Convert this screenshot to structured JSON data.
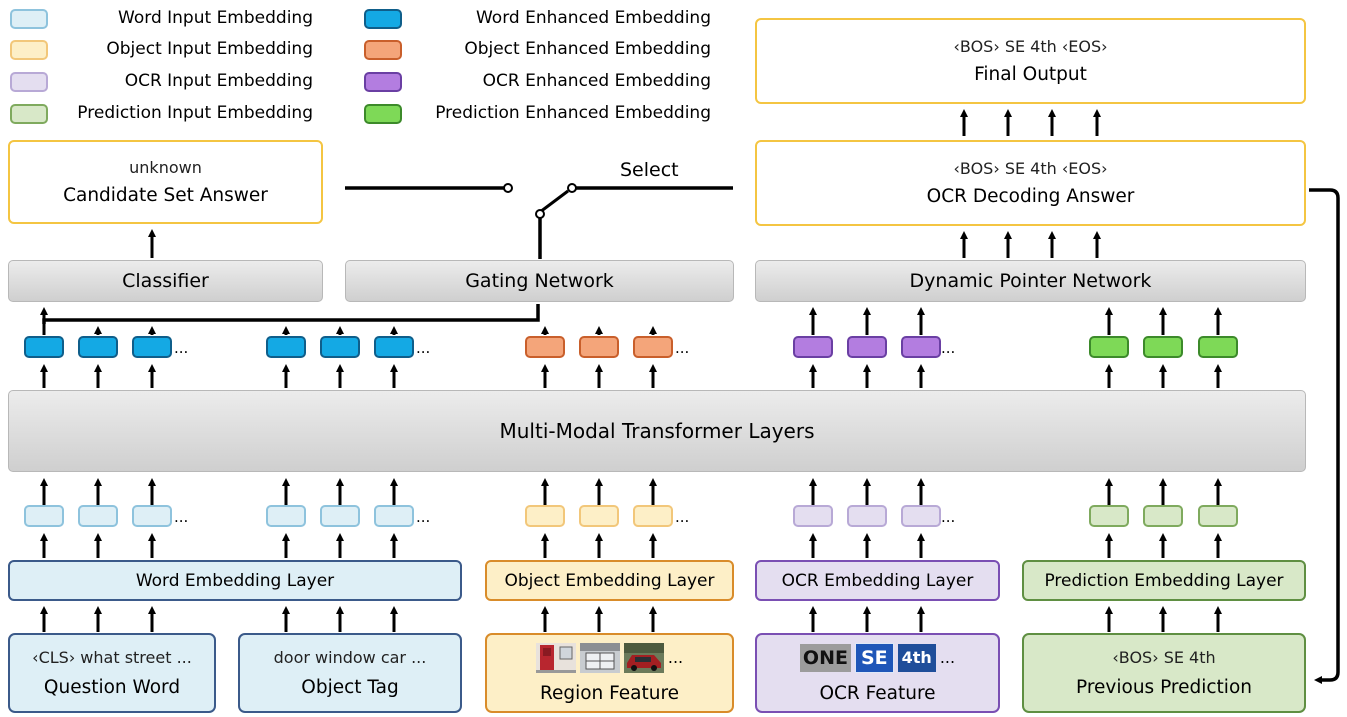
{
  "legend": {
    "word_input": "Word Input Embedding",
    "object_input": "Object Input Embedding",
    "ocr_input": "OCR Input Embedding",
    "prediction_input": "Prediction Input Embedding",
    "word_enhanced": "Word Enhanced Embedding",
    "object_enhanced": "Object Enhanced Embedding",
    "ocr_enhanced": "OCR Enhanced Embedding",
    "prediction_enhanced": "Prediction Enhanced Embedding"
  },
  "colors": {
    "word_input": "#deeff6",
    "word_input_border": "#8ec3dd",
    "object_input": "#fdefc7",
    "object_input_border": "#f2c77a",
    "ocr_input": "#e4def0",
    "ocr_input_border": "#b8a9d6",
    "prediction_input": "#d8e8c8",
    "prediction_input_border": "#7faa5e",
    "word_enhanced": "#14a9e4",
    "word_enhanced_border": "#0f5e8a",
    "object_enhanced": "#f4a57a",
    "object_enhanced_border": "#c95f2b",
    "ocr_enhanced": "#b37de0",
    "ocr_enhanced_border": "#6a3fa3",
    "prediction_enhanced": "#7ed957",
    "prediction_enhanced_border": "#3c8a2a",
    "output_border": "#f4c542"
  },
  "outputs": {
    "candidate_value": "unknown",
    "candidate_label": "Candidate Set Answer",
    "ocr_decoding_value": "‹BOS› SE 4th ‹EOS›",
    "ocr_decoding_label": "OCR Decoding Answer",
    "final_value": "‹BOS› SE 4th ‹EOS›",
    "final_label": "Final Output",
    "select_label": "Select"
  },
  "modules": {
    "classifier": "Classifier",
    "gating": "Gating Network",
    "pointer": "Dynamic Pointer Network",
    "transformer": "Multi-Modal Transformer Layers"
  },
  "embedding_layers": {
    "word": "Word Embedding Layer",
    "object": "Object Embedding Layer",
    "ocr": "OCR Embedding Layer",
    "prediction": "Prediction Embedding Layer"
  },
  "inputs": {
    "question_value": "‹CLS› what street ...",
    "question_label": "Question Word",
    "tag_value": "door window car ...",
    "tag_label": "Object Tag",
    "region_label": "Region Feature",
    "region_ellipsis": "...",
    "ocr_tokens": [
      "ONE",
      "SE",
      "4th"
    ],
    "ocr_ellipsis": "...",
    "ocr_label": "OCR Feature",
    "prev_value": "‹BOS› SE 4th",
    "prev_label": "Previous Prediction"
  },
  "ellipsis": "..."
}
